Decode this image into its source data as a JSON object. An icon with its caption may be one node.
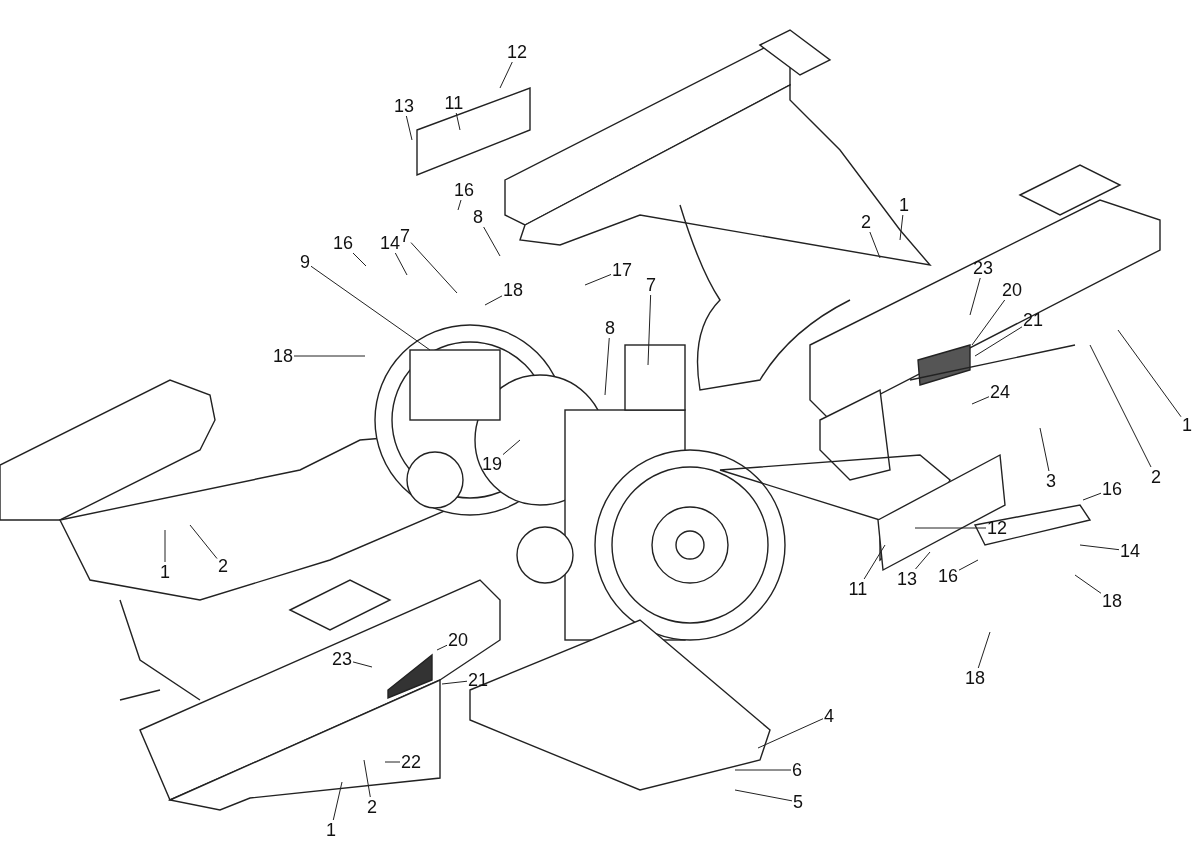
{
  "diagram": {
    "nodes": [
      {
        "text": [
          "12"
        ]
      },
      {
        "text": [
          "13"
        ]
      },
      {
        "text": [
          "11"
        ]
      },
      {
        "text": [
          "16"
        ]
      },
      {
        "text": [
          "8"
        ]
      },
      {
        "text": [
          "16"
        ]
      },
      {
        "text": [
          "14"
        ]
      },
      {
        "text": [
          "7"
        ]
      },
      {
        "text": [
          "9"
        ]
      },
      {
        "text": [
          "2"
        ]
      },
      {
        "text": [
          "1"
        ]
      },
      {
        "text": [
          "17"
        ]
      },
      {
        "text": [
          "18"
        ]
      },
      {
        "text": [
          "18"
        ]
      },
      {
        "text": [
          "7"
        ]
      },
      {
        "text": [
          "8"
        ]
      },
      {
        "text": [
          "23"
        ]
      },
      {
        "text": [
          "20"
        ]
      },
      {
        "text": [
          "21"
        ]
      },
      {
        "text": [
          "24"
        ]
      },
      {
        "text": [
          "1"
        ]
      },
      {
        "text": [
          "19"
        ]
      },
      {
        "text": [
          "2"
        ]
      },
      {
        "text": [
          "3"
        ]
      },
      {
        "text": [
          "16"
        ]
      },
      {
        "text": [
          "12"
        ]
      },
      {
        "text": [
          "14"
        ]
      },
      {
        "text": [
          "11"
        ]
      },
      {
        "text": [
          "13"
        ]
      },
      {
        "text": [
          "16"
        ]
      },
      {
        "text": [
          "18"
        ]
      },
      {
        "text": [
          "1"
        ]
      },
      {
        "text": [
          "2"
        ]
      },
      {
        "text": [
          "20"
        ]
      },
      {
        "text": [
          "23"
        ]
      },
      {
        "text": [
          "21"
        ]
      },
      {
        "text": [
          "18"
        ]
      },
      {
        "text": [
          "4"
        ]
      },
      {
        "text": [
          "6"
        ]
      },
      {
        "text": [
          "22"
        ]
      },
      {
        "text": [
          "5"
        ]
      },
      {
        "text": [
          "2"
        ]
      },
      {
        "text": [
          "1"
        ]
      }
    ],
    "edges": [
      {
        "from": 0,
        "to": null,
        "arrow": "none"
      },
      {
        "from": 1,
        "to": null,
        "arrow": "none"
      },
      {
        "from": 2,
        "to": null,
        "arrow": "none"
      },
      {
        "from": 3,
        "to": null,
        "arrow": "none"
      },
      {
        "from": 4,
        "to": null,
        "arrow": "none"
      },
      {
        "from": 5,
        "to": null,
        "arrow": "none"
      },
      {
        "from": 6,
        "to": null,
        "arrow": "none"
      },
      {
        "from": 7,
        "to": null,
        "arrow": "none"
      },
      {
        "from": 8,
        "to": null,
        "arrow": "none"
      },
      {
        "from": 9,
        "to": null,
        "arrow": "none"
      },
      {
        "from": 10,
        "to": null,
        "arrow": "none"
      },
      {
        "from": 11,
        "to": null,
        "arrow": "none"
      },
      {
        "from": 12,
        "to": null,
        "arrow": "none"
      },
      {
        "from": 13,
        "to": null,
        "arrow": "none"
      },
      {
        "from": 14,
        "to": null,
        "arrow": "none"
      },
      {
        "from": 15,
        "to": null,
        "arrow": "none"
      },
      {
        "from": 16,
        "to": null,
        "arrow": "none"
      },
      {
        "from": 17,
        "to": null,
        "arrow": "none"
      },
      {
        "from": 18,
        "to": null,
        "arrow": "none"
      },
      {
        "from": 19,
        "to": null,
        "arrow": "none"
      },
      {
        "from": 20,
        "to": null,
        "arrow": "none"
      },
      {
        "from": 21,
        "to": null,
        "arrow": "none"
      },
      {
        "from": 22,
        "to": null,
        "arrow": "none"
      },
      {
        "from": 23,
        "to": null,
        "arrow": "none"
      },
      {
        "from": 24,
        "to": null,
        "arrow": "none"
      },
      {
        "from": 25,
        "to": null,
        "arrow": "none"
      },
      {
        "from": 26,
        "to": null,
        "arrow": "none"
      },
      {
        "from": 27,
        "to": null,
        "arrow": "none"
      },
      {
        "from": 28,
        "to": null,
        "arrow": "none"
      },
      {
        "from": 29,
        "to": null,
        "arrow": "none"
      },
      {
        "from": 30,
        "to": null,
        "arrow": "none"
      },
      {
        "from": 31,
        "to": null,
        "arrow": "none"
      },
      {
        "from": 32,
        "to": null,
        "arrow": "none"
      },
      {
        "from": 33,
        "to": null,
        "arrow": "none"
      },
      {
        "from": 34,
        "to": null,
        "arrow": "none"
      },
      {
        "from": 35,
        "to": null,
        "arrow": "none"
      },
      {
        "from": 36,
        "to": null,
        "arrow": "none"
      },
      {
        "from": 37,
        "to": null,
        "arrow": "none"
      },
      {
        "from": 38,
        "to": null,
        "arrow": "none"
      },
      {
        "from": 39,
        "to": null,
        "arrow": "none"
      },
      {
        "from": 40,
        "to": null,
        "arrow": "none"
      },
      {
        "from": 41,
        "to": null,
        "arrow": "none"
      },
      {
        "from": 42,
        "to": null,
        "arrow": "none"
      }
    ]
  }
}
